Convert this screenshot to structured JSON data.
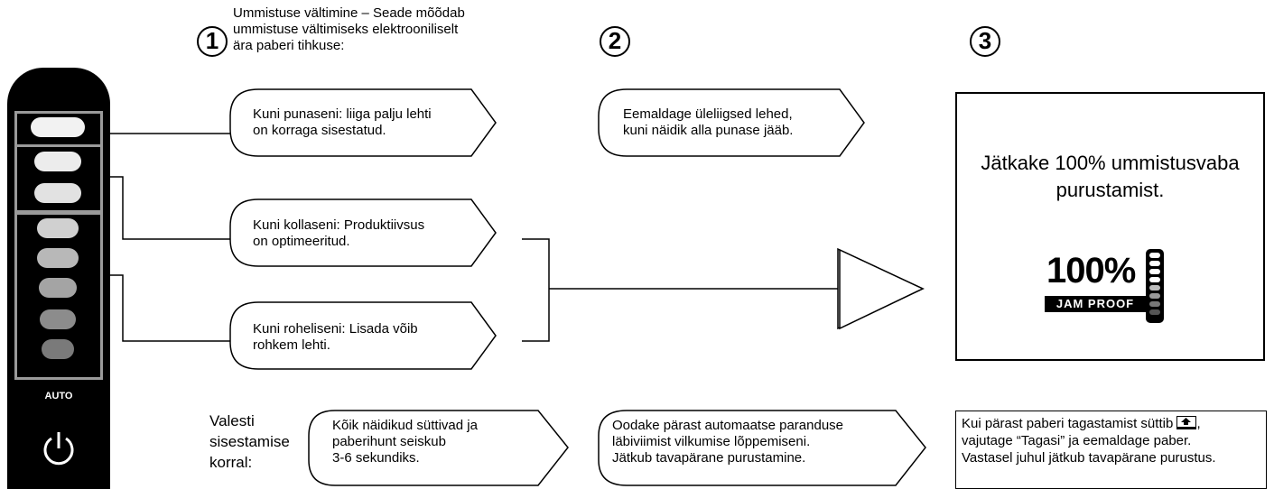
{
  "steps": [
    "1",
    "2",
    "3"
  ],
  "intro": [
    "Ummistuse vältimine – Seade mõõdab",
    "ummistuse vältimiseks elektrooniliselt",
    "ära paberi tihkuse:"
  ],
  "arrow_red": [
    "Kuni punaseni: liiga palju lehti",
    "on korraga sisestatud."
  ],
  "arrow_yellow": [
    "Kuni kollaseni: Produktiivsus",
    "on optimeeritud."
  ],
  "arrow_green": [
    "Kuni roheliseni: Lisada võib",
    "rohkem lehti."
  ],
  "arrow_remove": [
    "Eemaldage üleliigsed lehed,",
    "kuni näidik alla punase jääb."
  ],
  "result": [
    "Jätkake 100% ummistusvaba",
    "purustamist."
  ],
  "logo": {
    "big": "100%",
    "small": "JAM PROOF"
  },
  "panel": {
    "auto_label": "AUTO",
    "power_icon": "power-icon"
  },
  "misfeed_label": [
    "Valesti",
    "sisestamise",
    "korral:"
  ],
  "arrow_misfeed": [
    "Kõik näidikud süttivad ja",
    "paberihunt seiskub",
    "3-6 sekundiks."
  ],
  "arrow_wait": [
    "Oodake pärast automaatse paranduse",
    "läbiviimist vilkumise lõppemiseni.",
    "Jätkub tavapärane purustamine."
  ],
  "note": {
    "line1_before": "Kui pärast paberi tagastamist süttib ",
    "line1_icon": "reverse-icon",
    "line1_after": ",",
    "line2": "vajutage “Tagasi” ja eemaldage paber.",
    "line3": "Vastasel juhul jätkub tavapärane purustus."
  }
}
